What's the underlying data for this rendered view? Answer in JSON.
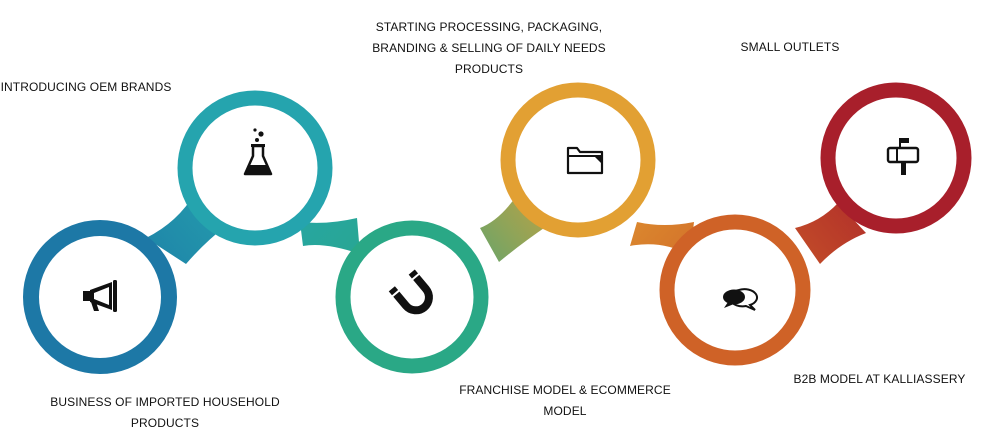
{
  "steps": [
    {
      "lines": [
        "BUSINESS OF IMPORTED HOUSEHOLD",
        "PRODUCTS"
      ],
      "icon": "megaphone-icon",
      "color": "#1d78a6"
    },
    {
      "lines": [
        "INTRODUCING OEM BRANDS"
      ],
      "icon": "flask-icon",
      "color": "#25a4ae"
    },
    {
      "lines": [
        "FRANCHISE MODEL & ECOMMERCE",
        "MODEL"
      ],
      "icon": "magnet-icon",
      "color": "#2aa886"
    },
    {
      "lines": [
        "STARTING PROCESSING, PACKAGING,",
        "BRANDING & SELLING OF DAILY NEEDS",
        "PRODUCTS"
      ],
      "icon": "folder-icon",
      "color": "#e2a033"
    },
    {
      "lines": [
        "B2B MODEL AT KALLIASSERY"
      ],
      "icon": "chat-bubbles-icon",
      "color": "#cf6227"
    },
    {
      "lines": [
        "SMALL OUTLETS"
      ],
      "icon": "mailbox-icon",
      "color": "#a81f2b"
    }
  ]
}
